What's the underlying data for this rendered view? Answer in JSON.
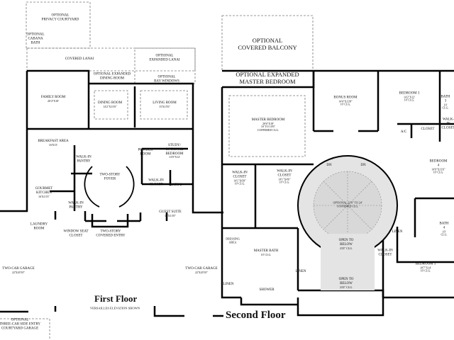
{
  "first_floor": {
    "title": "First Floor",
    "subtitle": "VERSAILLES ELEVATION SHOWN",
    "rooms": [
      {
        "name": "OPTIONAL\nPRIVACY COURTYARD",
        "dims": ""
      },
      {
        "name": "OPTIONAL\nCABANA\nBATH",
        "dims": ""
      },
      {
        "name": "COVERED LANAI",
        "dims": ""
      },
      {
        "name": "OPTIONAL\nEXPANDED LANAI",
        "dims": ""
      },
      {
        "name": "OPTIONAL EXPANDED\nDINING ROOM",
        "dims": ""
      },
      {
        "name": "OPTIONAL\nBAY WINDOWS",
        "dims": ""
      },
      {
        "name": "FAMILY ROOM",
        "dims": "20'4\"X18'"
      },
      {
        "name": "DINING ROOM",
        "dims": "14'2\"X13'0\""
      },
      {
        "name": "LIVING ROOM",
        "dims": "15'X15'6\""
      },
      {
        "name": "BREAKFAST AREA",
        "dims": "16'X13'"
      },
      {
        "name": "STUDY/\nOPTIONAL\nBEDROOM",
        "dims": "13'0\"X12'"
      },
      {
        "name": "POWDER\nROOM",
        "dims": ""
      },
      {
        "name": "WALK-IN\nPANTRY",
        "dims": ""
      },
      {
        "name": "TWO-STORY\nFOYER",
        "dims": ""
      },
      {
        "name": "GOURMET\nKITCHEN",
        "dims": "16'X13'3\""
      },
      {
        "name": "WALK-IN\nCLOSET",
        "dims": ""
      },
      {
        "name": "BATH 2",
        "dims": ""
      },
      {
        "name": "WALK-IN\nPANTRY",
        "dims": ""
      },
      {
        "name": "LAUNDRY\nROOM",
        "dims": ""
      },
      {
        "name": "GUEST SUITE",
        "dims": "16'X13'0\""
      },
      {
        "name": "WINDOW SEAT\nCLOSET",
        "dims": ""
      },
      {
        "name": "TWO-STORY\nCOVERED ENTRY",
        "dims": ""
      },
      {
        "name": "TWO-CAR GARAGE",
        "dims": "22'X20'10\""
      },
      {
        "name": "TWO-CAR GARAGE",
        "dims": "22'X20'10\""
      },
      {
        "name": "OPTIONAL\nTHREE-CAR SIDE ENTRY\nCOURTYARD GARAGE",
        "dims": ""
      }
    ]
  },
  "second_floor": {
    "title": "Second Floor",
    "rooms": [
      {
        "name": "OPTIONAL\nCOVERED BALCONY",
        "dims": ""
      },
      {
        "name": "OPTIONAL EXPANDED\nMASTER BEDROOM",
        "dims": ""
      },
      {
        "name": "MASTER BEDROOM",
        "dims": "20'6\"X18'\n10' TO 10'6\"\nCOFFERED CLG."
      },
      {
        "name": "BONUS ROOM",
        "dims": "14'4\"X13'8\"\n10' CLG."
      },
      {
        "name": "BEDROOM 3",
        "dims": "14'2\"X12'\n10' CLG."
      },
      {
        "name": "BATH 3",
        "dims": "10' CLG."
      },
      {
        "name": "CLOSET",
        "dims": ""
      },
      {
        "name": "A/C",
        "dims": ""
      },
      {
        "name": "WALK-IN\nCLOSET",
        "dims": ""
      },
      {
        "name": "BEDROOM 4",
        "dims": "14'9\"X11'6\"\n10' CLG."
      },
      {
        "name": "WALK-IN\nCLOSET",
        "dims": "14'1\"X6'8\"\n10' CLG."
      },
      {
        "name": "WALK-IN\nCLOSET",
        "dims": "14'1\"X4'6\"\n10' CLG."
      },
      {
        "name": "OPTIONAL 23'0\" TO 24'\nCOFFERED CLG.",
        "dims": ""
      },
      {
        "name": "OPEN TO\nBELOW",
        "dims": "23'4\" CLG."
      },
      {
        "name": "DRESSING\nAREA",
        "dims": ""
      },
      {
        "name": "MASTER BATH",
        "dims": "10' CLG."
      },
      {
        "name": "LINEN",
        "dims": ""
      },
      {
        "name": "LINEN",
        "dims": ""
      },
      {
        "name": "SHOWER",
        "dims": ""
      },
      {
        "name": "OPEN TO\nBELOW",
        "dims": "23'4\" CLG."
      },
      {
        "name": "LINEN",
        "dims": ""
      },
      {
        "name": "WALK-IN\nCLOSET",
        "dims": ""
      },
      {
        "name": "BATH 4",
        "dims": "10' CLG."
      },
      {
        "name": "BEDROOM 5",
        "dims": "18'7\"X14'\n10' CLG."
      },
      {
        "name": "DN",
        "dims": ""
      },
      {
        "name": "DN",
        "dims": ""
      }
    ]
  }
}
